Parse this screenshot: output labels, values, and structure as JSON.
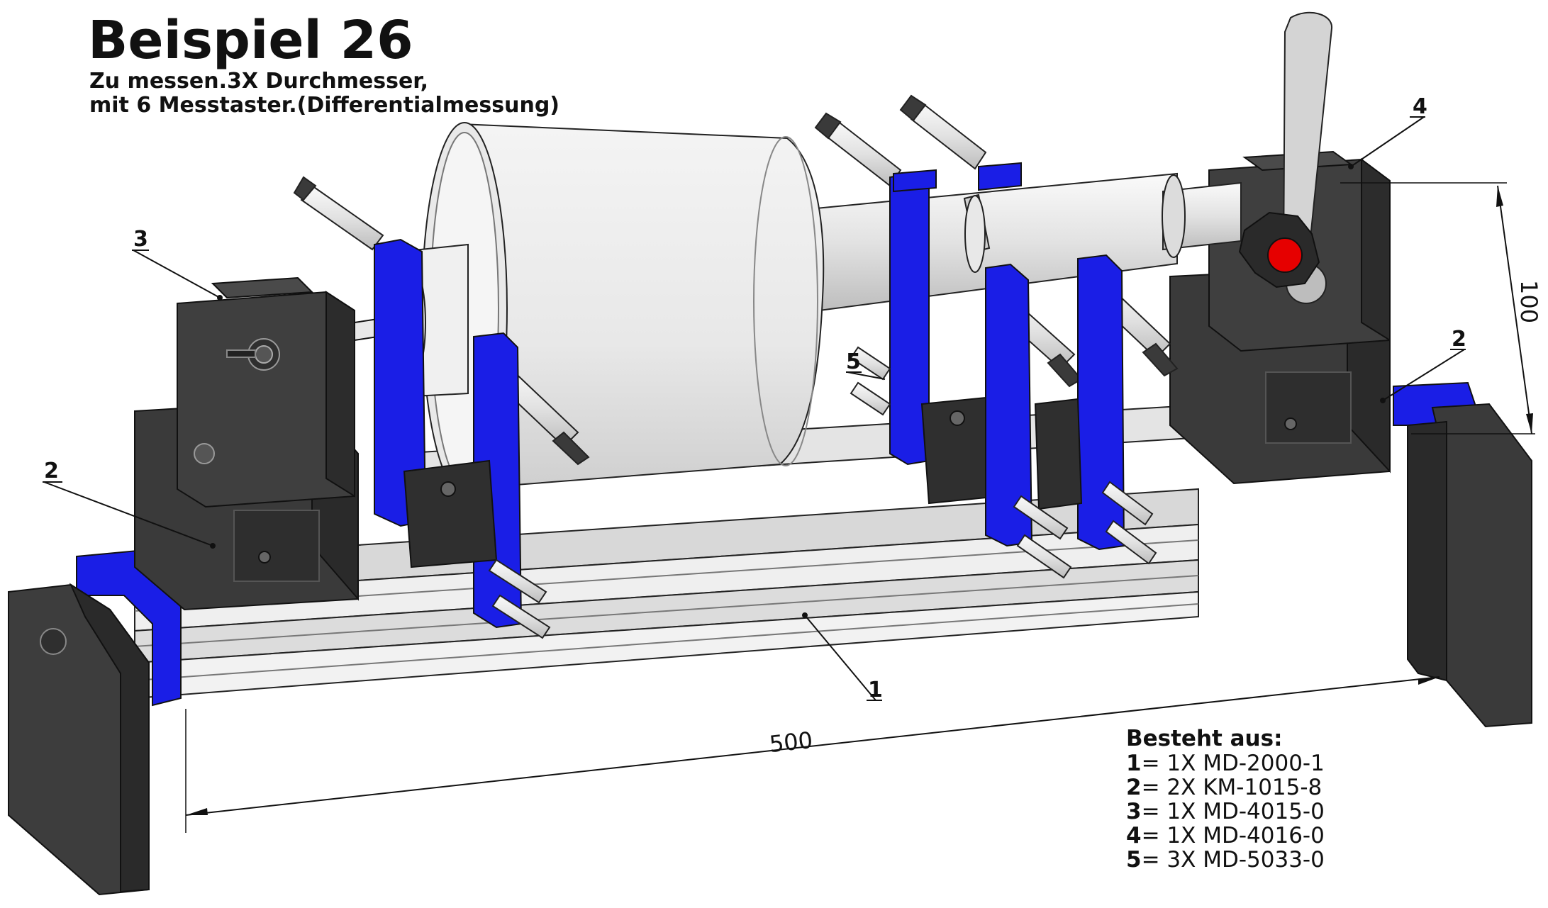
{
  "title": "Beispiel 26",
  "subtitle_lines": [
    "Zu messen.3X Durchmesser,",
    "mit 6 Messtaster.(Differentialmessung)"
  ],
  "callouts": {
    "c1": "1",
    "c2a": "2",
    "c2b": "2",
    "c3": "3",
    "c4": "4",
    "c5": "5"
  },
  "dimensions": {
    "length": "500",
    "height": "100"
  },
  "bom": {
    "heading": "Besteht aus:",
    "items": [
      {
        "num": "1",
        "text": "= 1X MD-2000-1"
      },
      {
        "num": "2",
        "text": "= 2X KM-1015-8"
      },
      {
        "num": "3",
        "text": "= 1X MD-4015-0"
      },
      {
        "num": "4",
        "text": "= 1X MD-4016-0"
      },
      {
        "num": "5",
        "text": "= 3X MD-5033-0"
      }
    ]
  },
  "colors": {
    "frame_blue": "#1a1ee6",
    "dark_grey": "#3b3b3b",
    "rail_light": "#e6e6e6",
    "knob_red": "#e60000"
  }
}
